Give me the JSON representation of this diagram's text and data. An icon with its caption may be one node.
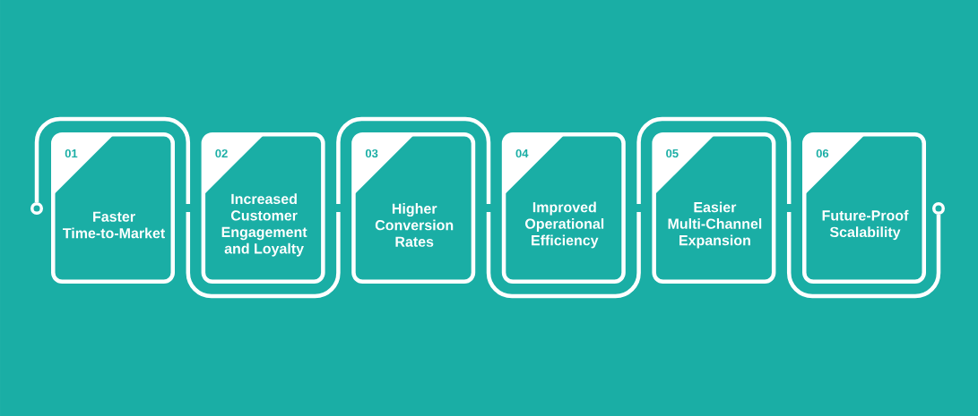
{
  "diagram": {
    "nodes": [
      {
        "text": [],
        "shape": "circle"
      },
      {
        "text": [
          "01",
          "Faster Time-to-Market"
        ]
      },
      {
        "text": [
          "02",
          "Increased Customer Engagement and Loyalty"
        ]
      },
      {
        "text": [
          "03",
          "Higher Conversion Rates"
        ]
      },
      {
        "text": [
          "04",
          "Improved Operational Efficiency"
        ]
      },
      {
        "text": [
          "05",
          "Easier Multi-Channel Expansion"
        ]
      },
      {
        "text": [
          "06",
          "Future-Proof Scalability"
        ]
      },
      {
        "text": [],
        "shape": "circle"
      }
    ],
    "edges": [
      {
        "from": 0,
        "to": 7,
        "arrow": "none"
      }
    ]
  }
}
